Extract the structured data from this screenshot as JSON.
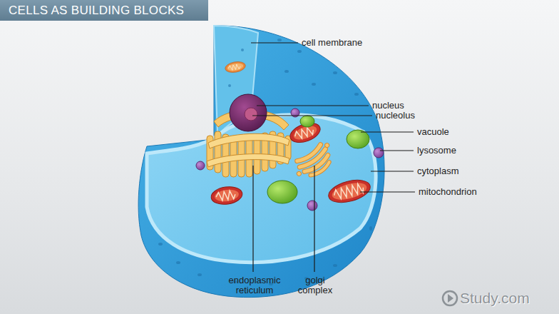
{
  "diagram": {
    "title": "CELLS AS BUILDING BLOCKS",
    "labels": [
      "cell membrane",
      "nucleus",
      "nucleolus",
      "vacuole",
      "lysosome",
      "cytoplasm",
      "mitochondrion",
      "endoplasmic reticulum",
      "golgi complex",
      "Study.com"
    ]
  }
}
